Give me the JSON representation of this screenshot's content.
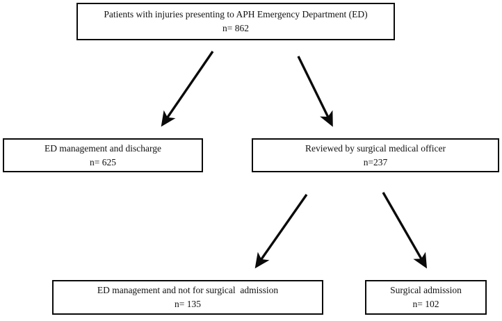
{
  "chart_data": {
    "type": "diagram",
    "title": "Patient flow through APH Emergency Department",
    "nodes": [
      {
        "id": "ed_total",
        "label": "Patients with injuries presenting to APH Emergency Department (ED)",
        "count": "n= 862"
      },
      {
        "id": "ed_discharge",
        "label": "ED management and discharge",
        "count": "n= 625"
      },
      {
        "id": "reviewed",
        "label": "Reviewed by surgical medical officer",
        "count": "n=237"
      },
      {
        "id": "no_surgery",
        "label": "ED management and not for surgical  admission",
        "count": "n= 135"
      },
      {
        "id": "surgical_adm",
        "label": "Surgical admission",
        "count": "n= 102"
      }
    ],
    "edges": [
      {
        "from": "ed_total",
        "to": "ed_discharge"
      },
      {
        "from": "ed_total",
        "to": "reviewed"
      },
      {
        "from": "reviewed",
        "to": "no_surgery"
      },
      {
        "from": "reviewed",
        "to": "surgical_adm"
      }
    ]
  },
  "boxes": {
    "ed_total": {
      "line1": "Patients with injuries presenting to APH Emergency Department (ED)",
      "line2": "n= 862"
    },
    "ed_discharge": {
      "line1": "ED management and discharge",
      "line2": "n= 625"
    },
    "reviewed": {
      "line1": "Reviewed by surgical medical officer",
      "line2": "n=237"
    },
    "no_surgery": {
      "line1": "ED management and not for surgical  admission",
      "line2": "n= 135"
    },
    "surgical_adm": {
      "line1": "Surgical admission",
      "line2": "n= 102"
    }
  },
  "colors": {
    "box_border": "#0a0a0a",
    "arrow": "#0a0a0a",
    "text": "#111111",
    "background": "#ffffff"
  }
}
